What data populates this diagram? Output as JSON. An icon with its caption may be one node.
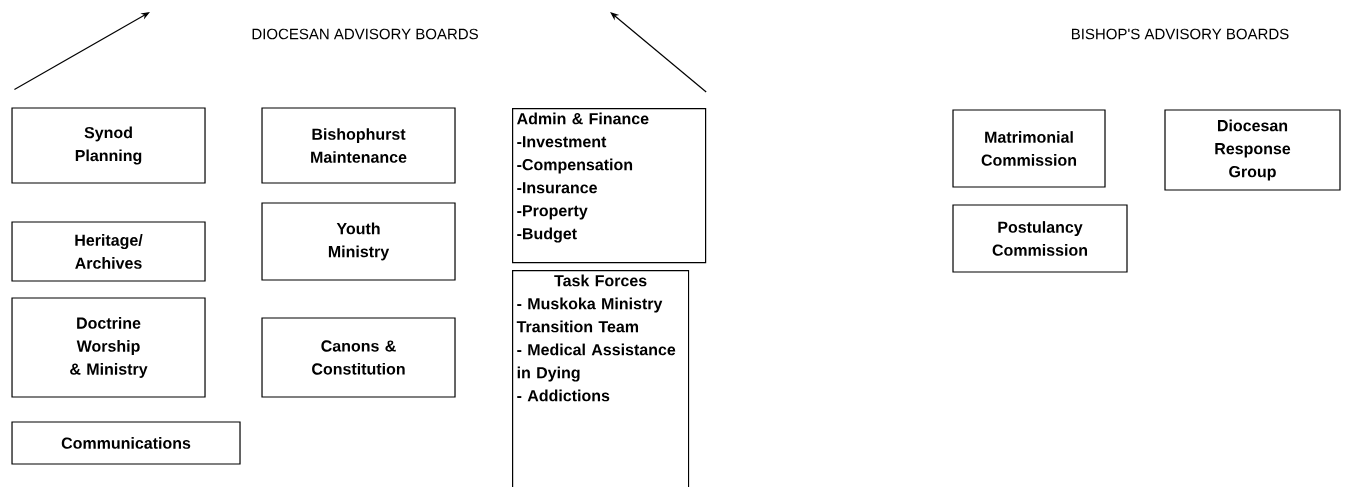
{
  "diagram": {
    "nodes": [
      {
        "text": [
          "Synod Planning"
        ]
      },
      {
        "text": [
          "Bishophurst Maintenance"
        ]
      },
      {
        "text": [
          "Admin & Finance",
          "-Investment",
          "-Compensation",
          "-Insurance",
          "-Property",
          "-Budget"
        ]
      },
      {
        "text": [
          "Heritage/ Archives"
        ]
      },
      {
        "text": [
          "Youth Ministry"
        ]
      },
      {
        "text": [
          "Task Forces",
          "- Muskoka Ministry Transition Team",
          "- Medical Assistance in Dying",
          "- Addictions"
        ]
      },
      {
        "text": [
          "Doctrine Worship & Ministry"
        ]
      },
      {
        "text": [
          "Canons & Constitution"
        ]
      },
      {
        "text": [
          "Communications"
        ]
      },
      {
        "text": [
          "Matrimonial Commission"
        ]
      },
      {
        "text": [
          "Diocesan Response Group"
        ]
      },
      {
        "text": [
          "Postulancy Commission"
        ]
      }
    ],
    "edges": [
      {
        "from": 0,
        "to": null,
        "arrow": "to"
      },
      {
        "from": 2,
        "to": null,
        "arrow": "to"
      }
    ],
    "labels": [
      "DIOCESAN ADVISORY BOARDS",
      "BISHOP'S ADVISORY BOARDS"
    ]
  }
}
